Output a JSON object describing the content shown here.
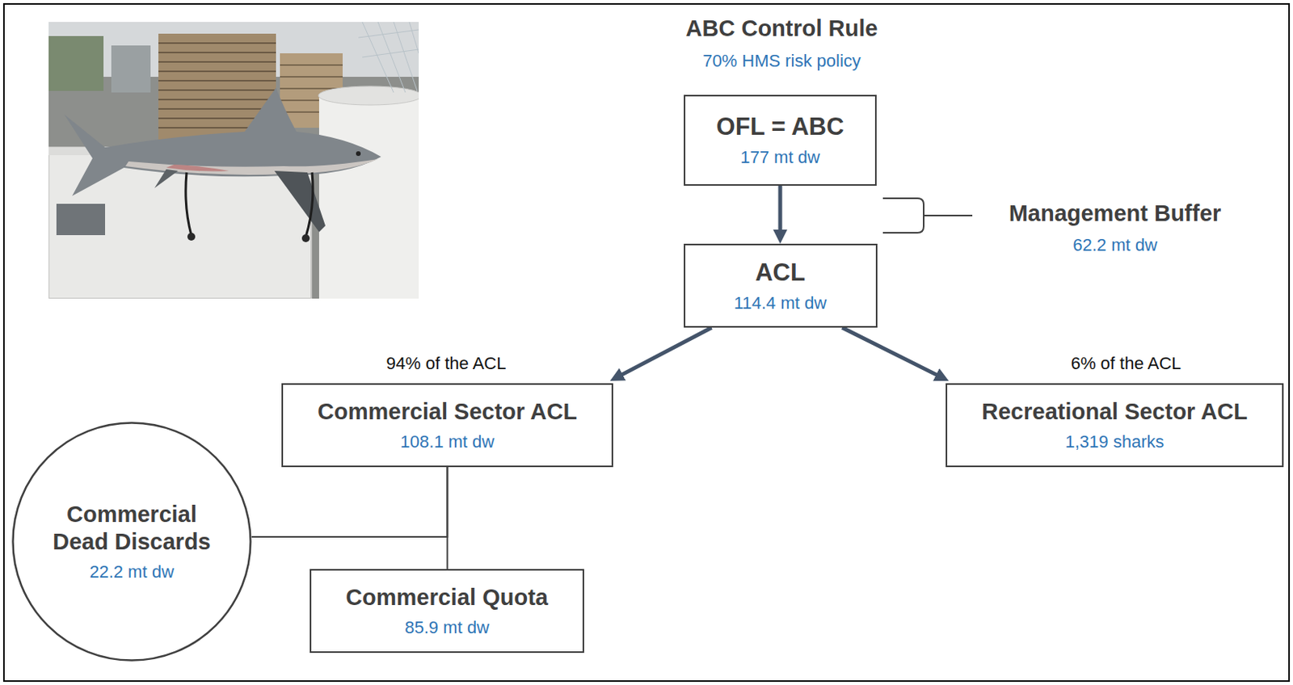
{
  "diagram": {
    "nodes": [
      {
        "text": [
          "OFL = ABC",
          "177 mt dw"
        ]
      },
      {
        "text": [
          "ACL",
          "114.4 mt dw"
        ]
      },
      {
        "text": [
          "Commercial Sector ACL",
          "108.1 mt dw"
        ]
      },
      {
        "text": [
          "Recreational Sector ACL",
          "1,319 sharks"
        ]
      },
      {
        "text": [
          "Commercial Dead Discards",
          "22.2 mt dw"
        ]
      },
      {
        "text": [
          "Commercial Quota",
          "85.9 mt dw"
        ]
      }
    ],
    "edges": [
      {
        "from": 0,
        "to": 1,
        "arrow": "to"
      },
      {
        "from": 1,
        "to": 2,
        "arrow": "to"
      },
      {
        "from": 1,
        "to": 3,
        "arrow": "to"
      },
      {
        "from": 2,
        "to": 4,
        "arrow": "none"
      },
      {
        "from": 2,
        "to": 5,
        "arrow": "none"
      }
    ],
    "labels": [
      "ABC Control Rule",
      "70% HMS risk policy",
      "Management Buffer",
      "62.2 mt dw",
      "94% of the ACL",
      "6% of the ACL"
    ]
  }
}
